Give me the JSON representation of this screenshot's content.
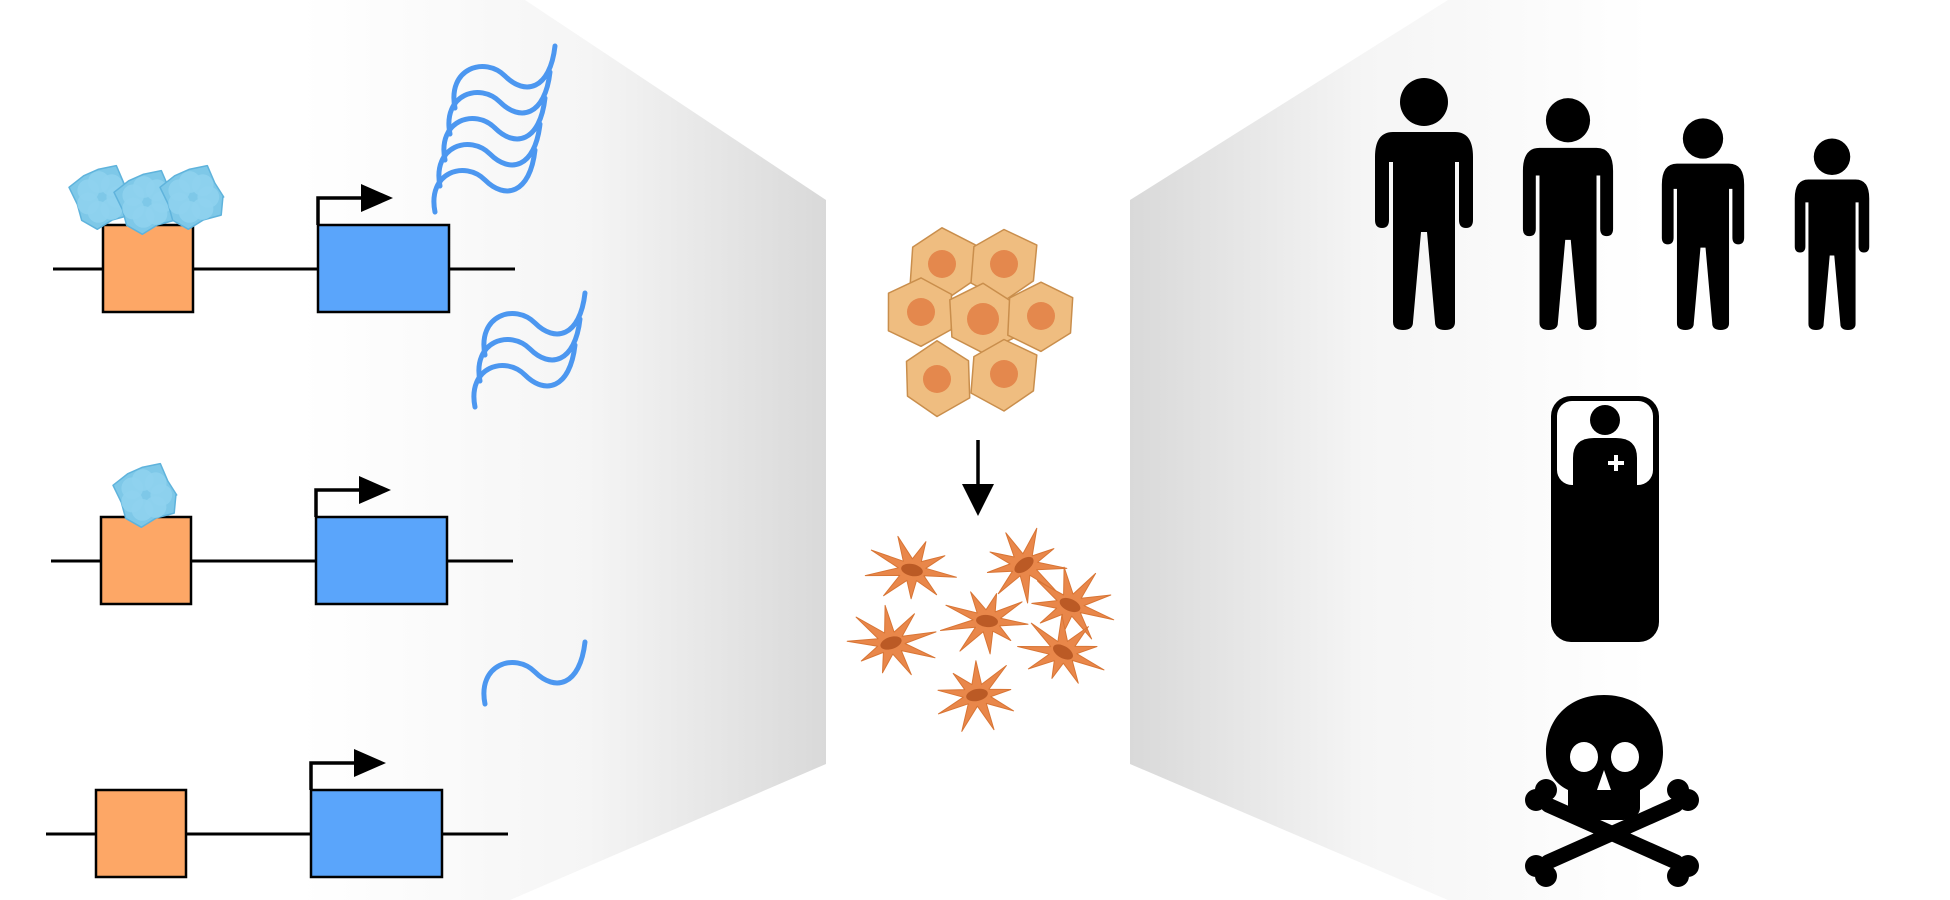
{
  "colors": {
    "background": "#ffffff",
    "panel_shade_light": "#fbfbfb",
    "panel_shade_dark": "#dcdcdc",
    "dna_line": "#000000",
    "regulatory_box": "#fda766",
    "gene_box": "#5aa5fb",
    "transcript": "#4c97f0",
    "protein": "#7ec8e8",
    "epithelial_cell": "#efbd80",
    "epithelial_nucleus": "#e4884d",
    "mesenchymal_cell": "#e9874a",
    "mesenchymal_nucleus": "#bb5a25",
    "icon": "#000000"
  },
  "icons": {
    "transcription_rows": [
      "dna-strand",
      "regulatory-element",
      "gene",
      "promoter-arrow",
      "bound-protein",
      "mrna-transcript"
    ],
    "cell_transition": [
      "epithelial-cell-cluster",
      "down-arrow",
      "mesenchymal-cells"
    ],
    "patient_outcomes": [
      "person-silhouette",
      "hospital-bed-patient",
      "skull-crossbones"
    ]
  },
  "rows": [
    {
      "id": "high",
      "bound_proteins": 3,
      "transcripts": 5
    },
    {
      "id": "medium",
      "bound_proteins": 1,
      "transcripts": 3
    },
    {
      "id": "low",
      "bound_proteins": 0,
      "transcripts": 1
    }
  ],
  "people": {
    "count": 4
  }
}
